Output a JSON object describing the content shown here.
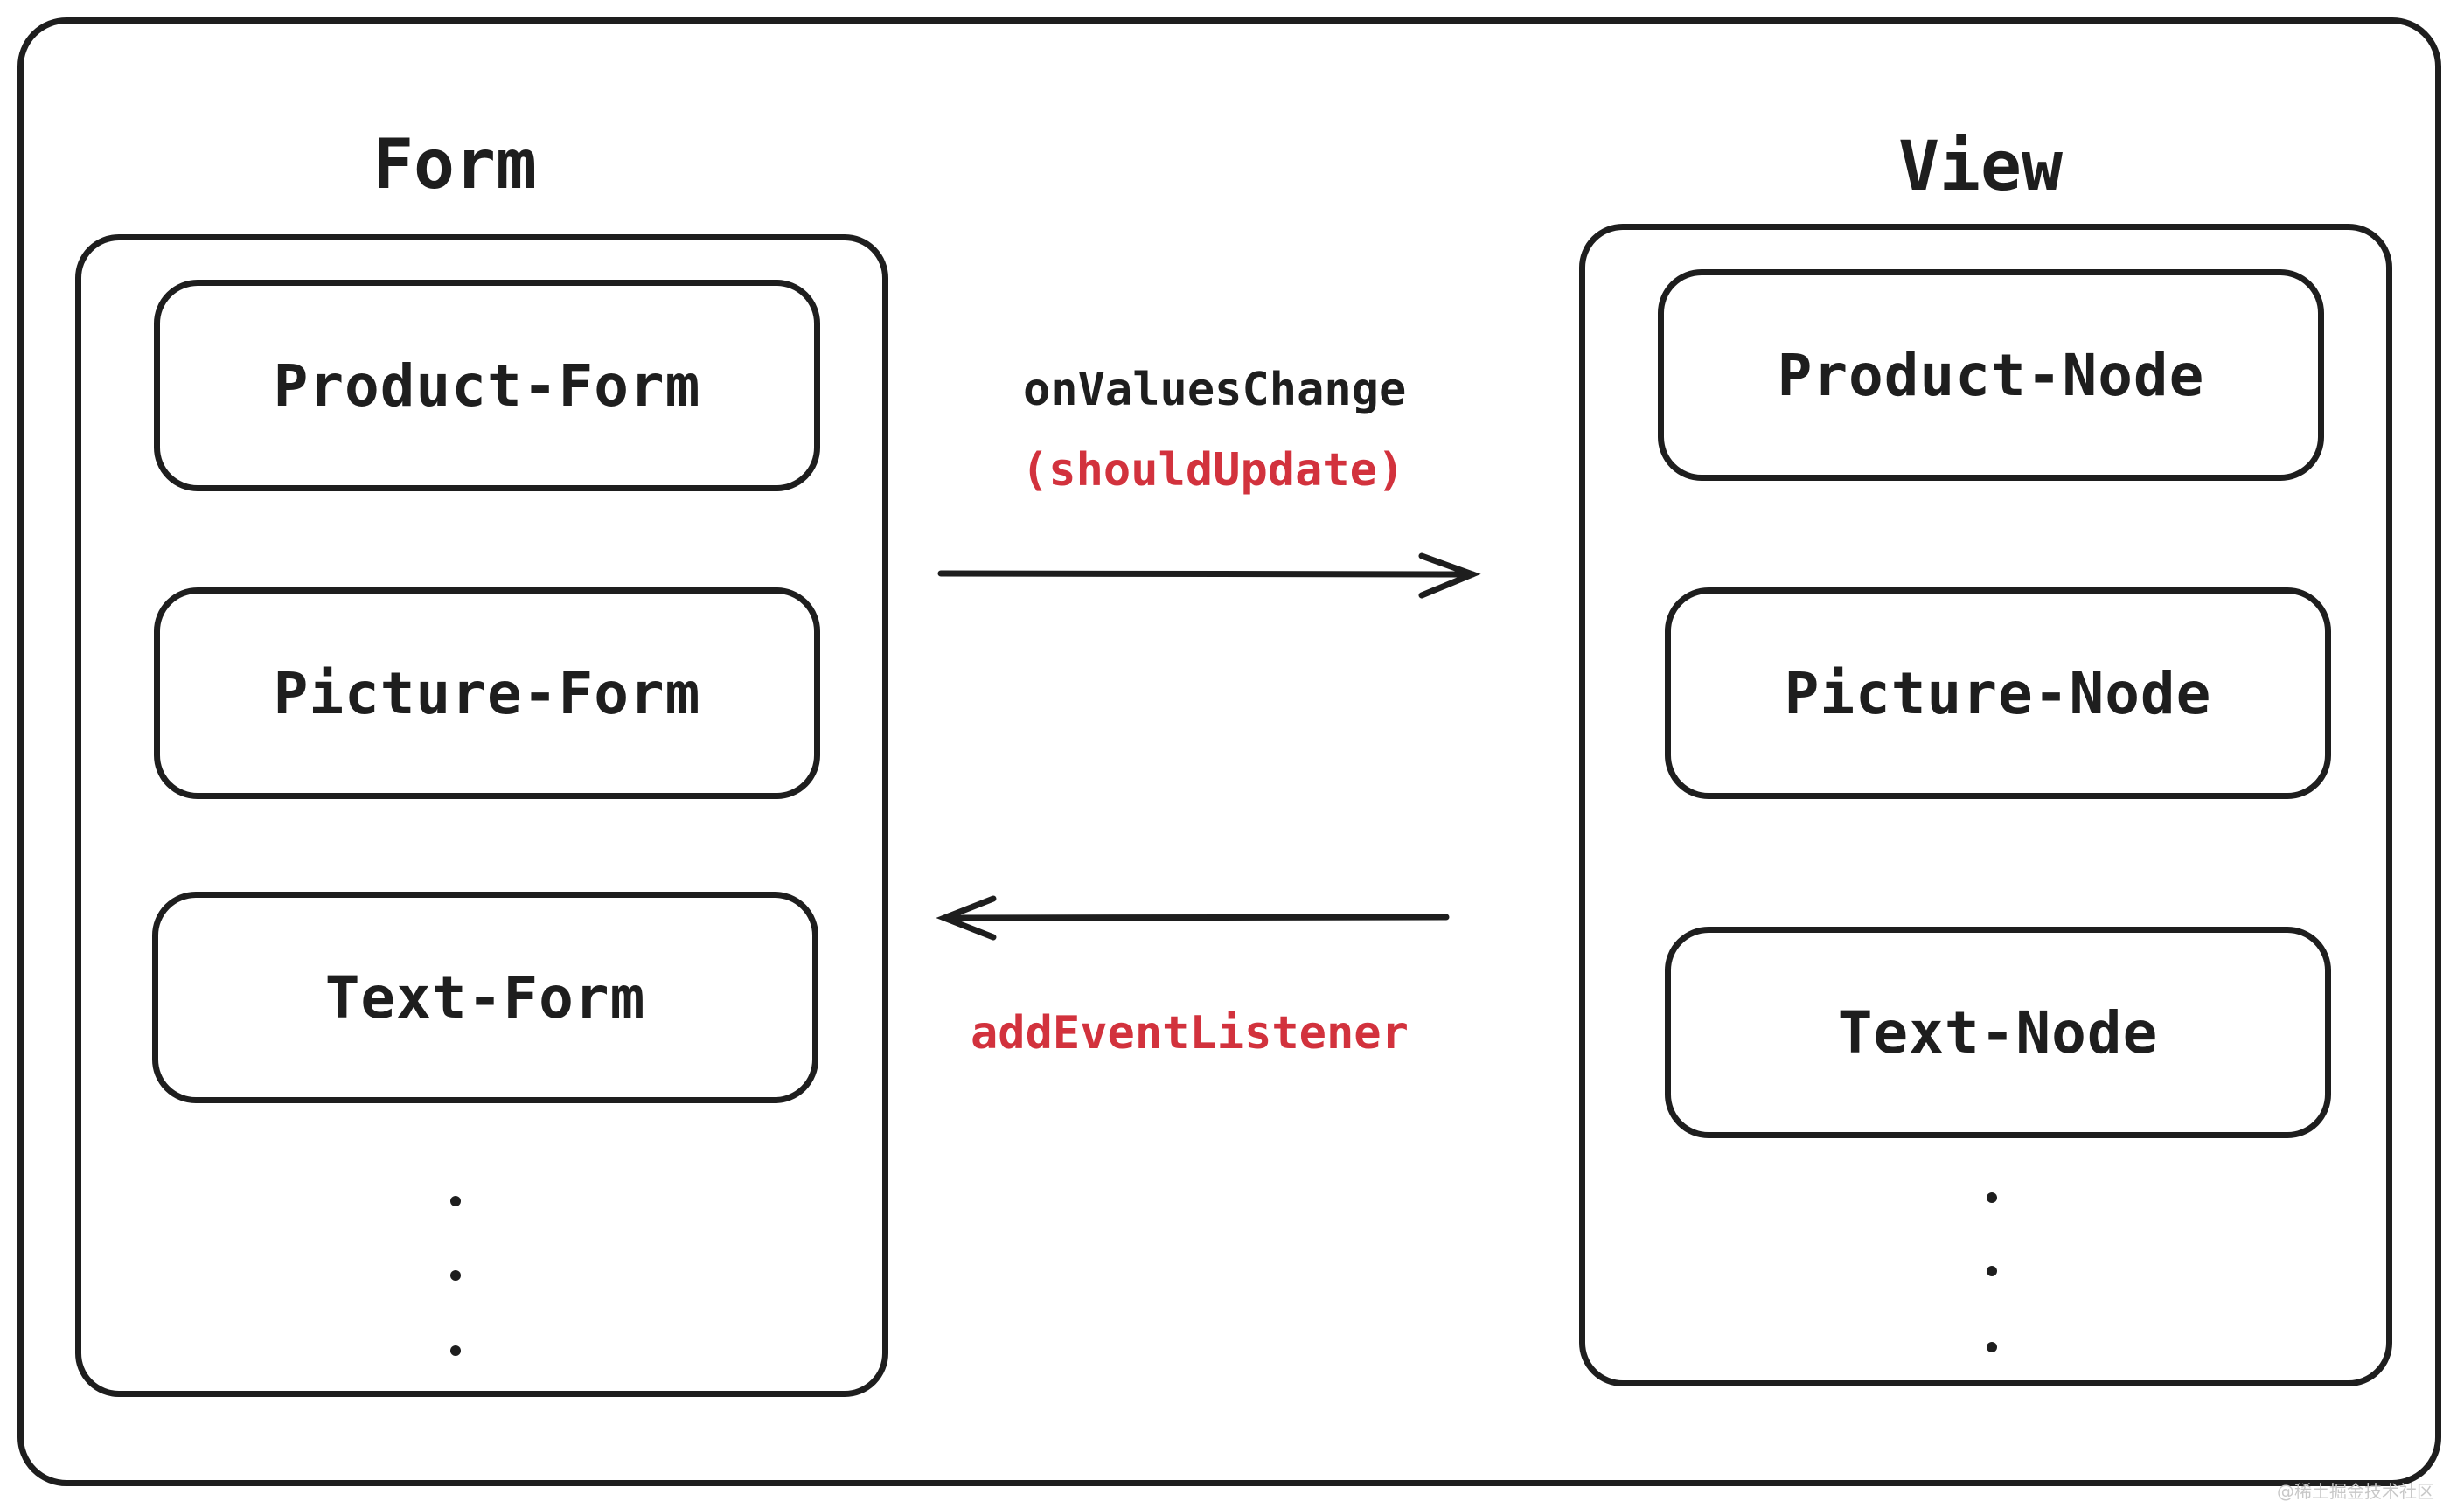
{
  "form_group": {
    "title": "Form",
    "items": [
      "Product-Form",
      "Picture-Form",
      "Text-Form"
    ],
    "ellipsis": ".\n.\n."
  },
  "view_group": {
    "title": "View",
    "items": [
      "Product-Node",
      "Picture-Node",
      "Text-Node"
    ],
    "ellipsis": ".\n.\n."
  },
  "forward_flow": {
    "label": "onValuesChange",
    "sublabel": "(shouldUpdate)"
  },
  "backward_flow": {
    "label": "addEventListener"
  },
  "colors": {
    "stroke": "#1e1e1e",
    "accent": "#d2323d",
    "background": "#ffffff"
  },
  "watermark": "@稀土掘金技术社区"
}
